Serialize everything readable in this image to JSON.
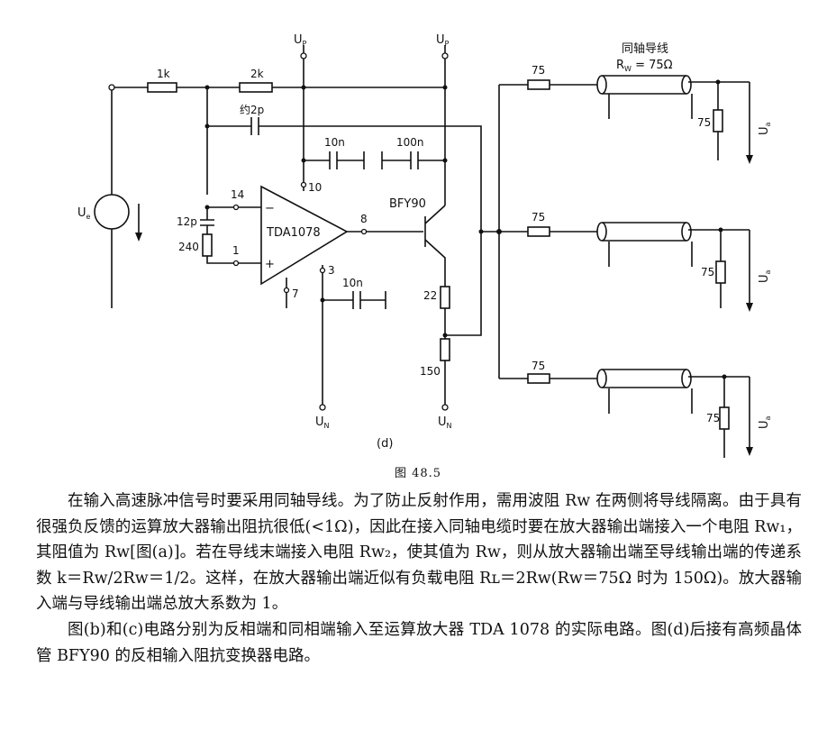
{
  "figure": {
    "sublabel": "(d)",
    "caption": "图 48.5",
    "labels": {
      "r1k": "1k",
      "r2k": "2k",
      "cap_2p": "约2p",
      "cap_10n_a": "10n",
      "cap_100n": "100n",
      "cap_12p": "12p",
      "r240": "240",
      "r22": "22",
      "r150": "150",
      "cap_10n_b": "10n",
      "r75_s1": "75",
      "r75_s2": "75",
      "r75_s3": "75",
      "r75_l1": "75",
      "r75_l2": "75",
      "r75_l3": "75",
      "pin14": "14",
      "pin1": "1",
      "pin10": "10",
      "pin8": "8",
      "pin3": "3",
      "pin7": "7",
      "minus": "−",
      "plus": "+",
      "opamp": "TDA1078",
      "transistor": "BFY90",
      "up_left": "U",
      "up_left_sub": "P",
      "up_right": "U",
      "up_right_sub": "P",
      "un_left": "U",
      "un_left_sub": "N",
      "un_right": "U",
      "un_right_sub": "N",
      "ue_in": "U",
      "ue_in_sub": "e",
      "ua1": "U",
      "ua1_sub": "a",
      "ua2": "U",
      "ua2_sub": "a",
      "ua3": "U",
      "ua3_sub": "a",
      "coax_title": "同轴导线",
      "rw": "R",
      "rw_sub": "W",
      "rw_value": " = 75Ω"
    }
  },
  "body": {
    "p1": "在输入高速脉冲信号时要采用同轴导线。为了防止反射作用，需用波阻 Rᴡ 在两侧将导线隔离。由于具有很强负反馈的运算放大器输出阻抗很低(<1Ω)，因此在接入同轴电缆时要在放大器输出端接入一个电阻 Rᴡ₁，其阻值为 Rᴡ[图(a)]。若在导线末端接入电阻 Rᴡ₂，使其值为 Rᴡ，则从放大器输出端至导线输出端的传递系数 k＝Rᴡ/2Rᴡ＝1/2。这样，在放大器输出端近似有负载电阻 Rʟ＝2Rᴡ(Rᴡ＝75Ω 时为 150Ω)。放大器输入端与导线输出端总放大系数为 1。",
    "p2": "图(b)和(c)电路分别为反相端和同相端输入至运算放大器 TDA 1078 的实际电路。图(d)后接有高频晶体管 BFY90 的反相输入阻抗变换器电路。"
  }
}
